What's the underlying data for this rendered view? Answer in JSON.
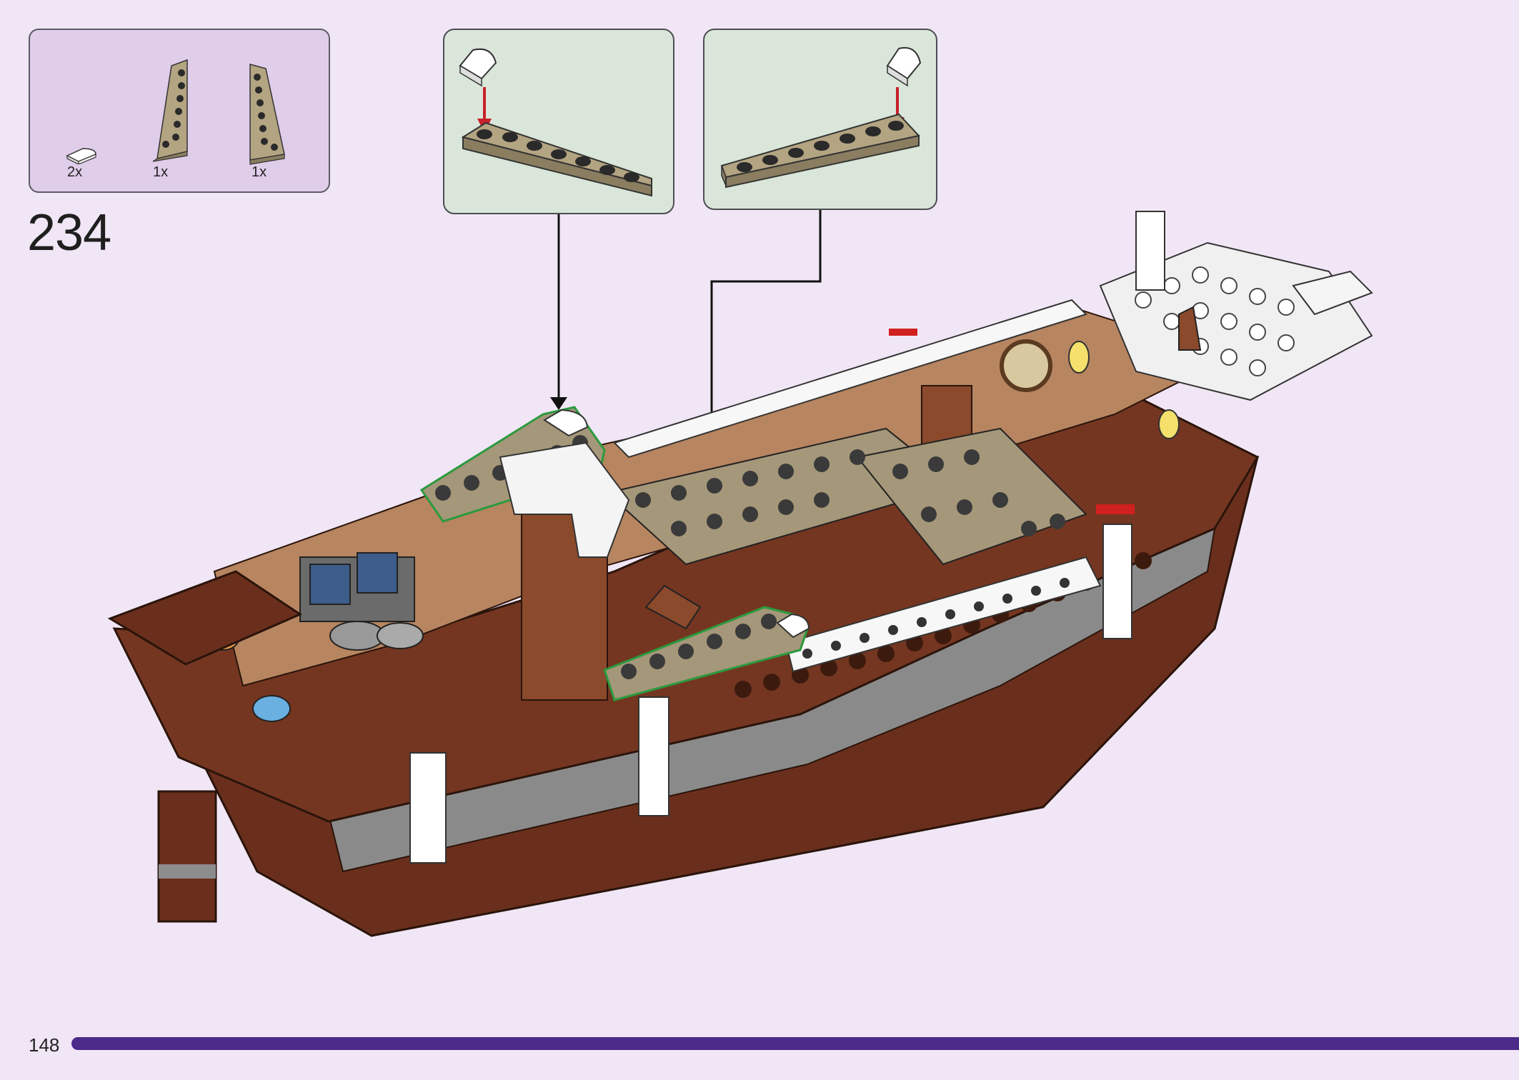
{
  "parts": [
    {
      "qty": "2x",
      "icon": "white-tile-round-quarter-icon"
    },
    {
      "qty": "1x",
      "icon": "tan-wedge-plate-left-icon"
    },
    {
      "qty": "1x",
      "icon": "tan-wedge-plate-right-icon"
    }
  ],
  "step": {
    "number": "234"
  },
  "footer": {
    "page_number": "148"
  },
  "colors": {
    "background": "#f1e6f5",
    "parts_box": "#e0cdea",
    "callout": "#d9e6d9",
    "tan": "#a59779",
    "dark_brown": "#6a2f1c",
    "highlight": "#2b9a3e",
    "arrow_red": "#c8202a",
    "progress": "#4b2a8a"
  },
  "icons": {
    "ship": "pirate-ship-model-icon"
  }
}
